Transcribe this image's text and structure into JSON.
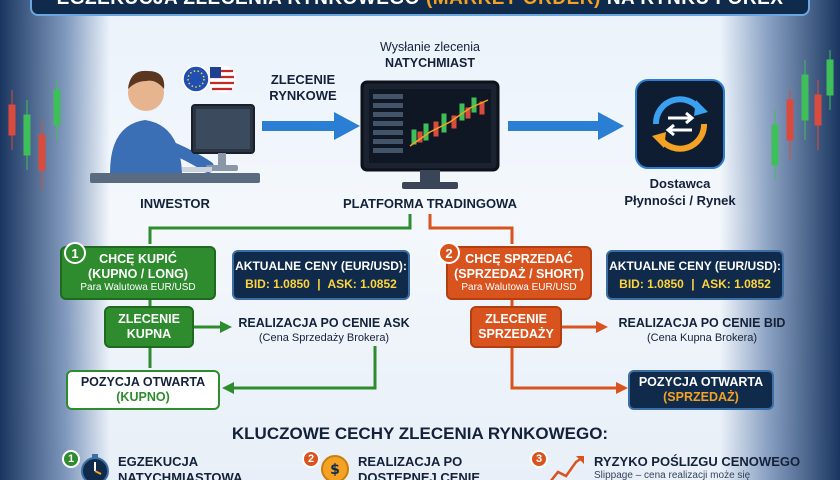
{
  "title": {
    "before": "EGZEKUCJA ZLECENIA RYNKOWEGO",
    "accent": "(MARKET ORDER)",
    "after": "NA RYNKU FOREX"
  },
  "investor": {
    "label": "INWESTOR"
  },
  "market_order_label": {
    "line1": "ZLECENIE",
    "line2": "RYNKOWE"
  },
  "send_label": {
    "line1": "Wysłanie zlecenia",
    "line2": "NATYCHMIAST"
  },
  "platform": {
    "label": "PLATFORMA TRADINGOWA"
  },
  "provider": {
    "line1": "Dostawca",
    "line2": "Płynności / Rynek"
  },
  "buy": {
    "badge": "1",
    "line1": "CHCĘ KUPIĆ",
    "line2": "(KUPNO / LONG)",
    "pair": "Para Walutowa EUR/USD",
    "prices_title": "AKTUALNE CENY (EUR/USD):",
    "bid": "BID: 1.0850",
    "sep": "|",
    "ask": "ASK: 1.0852",
    "order_line1": "ZLECENIE",
    "order_line2": "KUPNA",
    "exec_line1": "REALIZACJA PO CENIE ASK",
    "exec_line2": "(Cena Sprzedaży Brokera)",
    "position_line1": "POZYCJA OTWARTA",
    "position_line2": "(KUPNO)"
  },
  "sell": {
    "badge": "2",
    "line1": "CHCĘ SPRZEDAĆ",
    "line2": "(SPRZEDAŻ / SHORT)",
    "pair": "Para Walutowa EUR/USD",
    "prices_title": "AKTUALNE CENY (EUR/USD):",
    "bid": "BID: 1.0850",
    "sep": "|",
    "ask": "ASK: 1.0852",
    "order_line1": "ZLECENIE",
    "order_line2": "SPRZEDAŻY",
    "exec_line1": "REALIZACJA PO CENIE BID",
    "exec_line2": "(Cena Kupna Brokera)",
    "position_line1": "POZYCJA OTWARTA",
    "position_line2": "(SPRZEDAŻ)"
  },
  "features": {
    "title": "KLUCZOWE CECHY ZLECENIA RYNKOWEGO:",
    "items": [
      {
        "badge": "1",
        "line1": "EGZEKUCJA",
        "line2": "NATYCHMIASTOWA",
        "sub": "",
        "icon": "stopwatch-icon"
      },
      {
        "badge": "2",
        "line1": "REALIZACJA PO",
        "line2": "DOSTĘPNEJ CENIE",
        "sub": "",
        "icon": "dollar-coin-icon"
      },
      {
        "badge": "3",
        "line1": "RYZYKO POŚLIZGU CENOWEGO",
        "line2": "",
        "sub": "Slippage – cena realizacji może się",
        "icon": "chart-up-icon"
      }
    ]
  },
  "colors": {
    "navy": "#0f2a4a",
    "green": "#2e8b2e",
    "orange": "#d9531e",
    "accent": "#f3a223",
    "blue_arrow": "#2a7fd4"
  }
}
